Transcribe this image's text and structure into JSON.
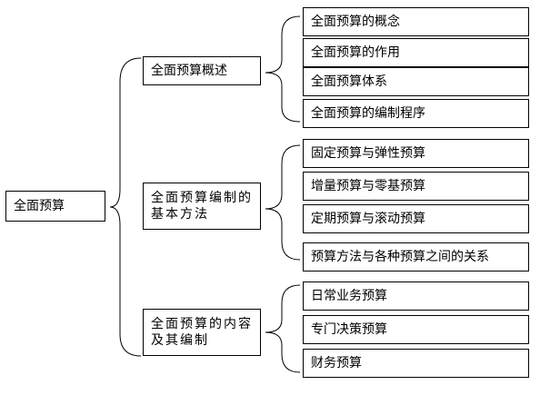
{
  "root": {
    "label": "全面预算"
  },
  "sections": [
    {
      "label": "全面预算概述",
      "items": [
        "全面预算的概念",
        "全面预算的作用",
        "全面预算体系",
        "全面预算的编制程序"
      ]
    },
    {
      "label": "全面预算编制的基本方法",
      "items": [
        "固定预算与弹性预算",
        "增量预算与零基预算",
        "定期预算与滚动预算",
        "预算方法与各种预算之间的关系"
      ]
    },
    {
      "label": "全面预算的内容及其编制",
      "items": [
        "日常业务预算",
        "专门决策预算",
        "财务预算"
      ]
    }
  ]
}
